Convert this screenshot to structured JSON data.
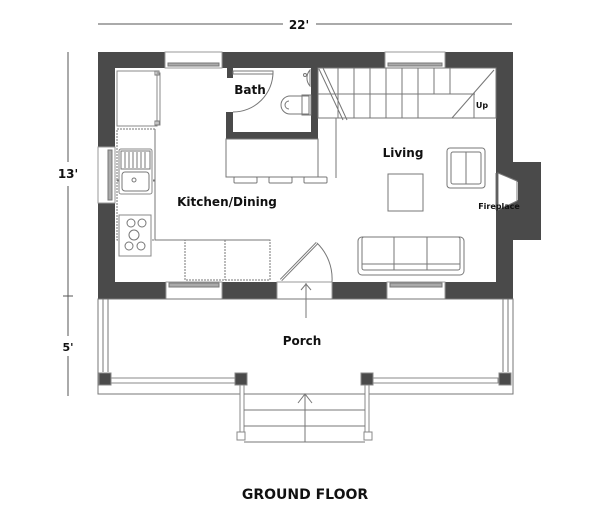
{
  "plan": {
    "title": "GROUND FLOOR",
    "dimensions": {
      "width": "22'",
      "depth_house": "13'",
      "depth_porch": "5'"
    },
    "rooms": {
      "bath": "Bath",
      "kitchen_dining": "Kitchen/Dining",
      "living": "Living",
      "fireplace": "Fireplace",
      "stairs_up": "Up",
      "porch": "Porch"
    },
    "colors": {
      "wall": "#4a4a4a",
      "line": "#777777",
      "background": "#ffffff"
    }
  }
}
